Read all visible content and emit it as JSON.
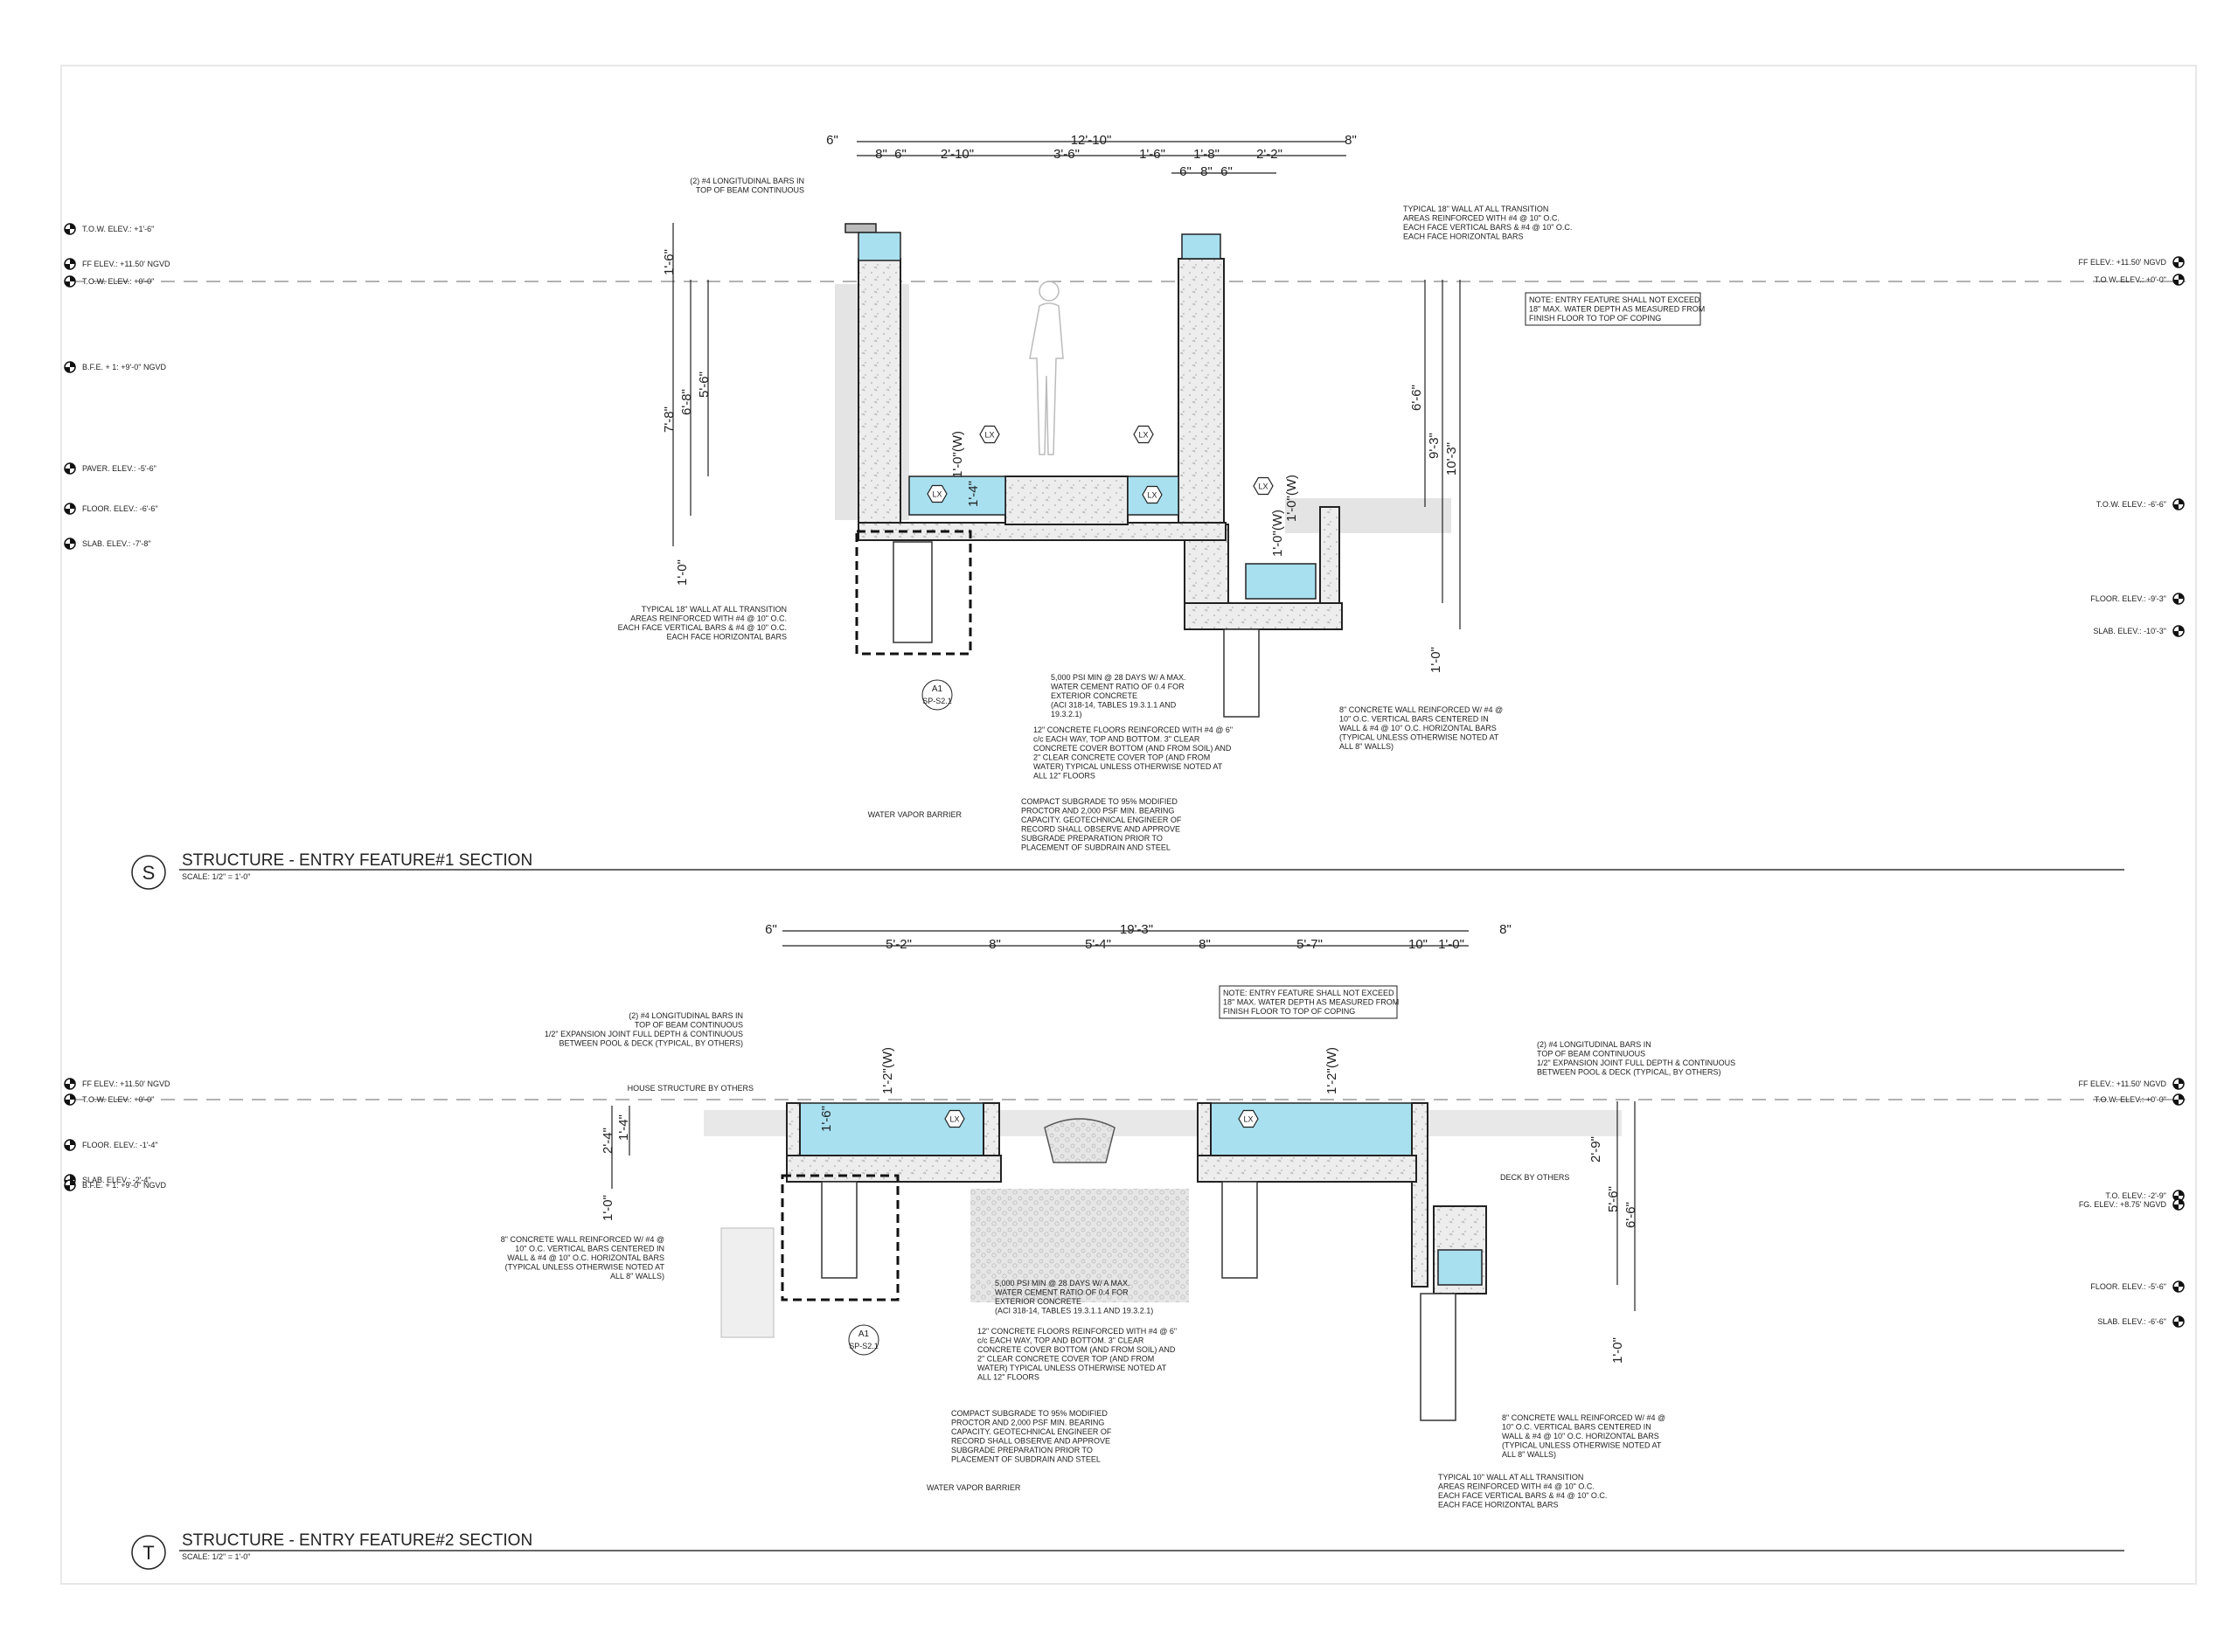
{
  "sections": [
    {
      "key": "S",
      "bubble": "S",
      "title": "STRUCTURE - ENTRY FEATURE#1 SECTION",
      "scale": "SCALE: 1/2\" = 1'-0\"",
      "detail_ref": {
        "number": "A1",
        "sheet": "SP-S2.1"
      },
      "elevations_left": [
        "T.O.W. ELEV.: +1'-6\"",
        "FF ELEV.: +11.50' NGVD",
        "T.O.W. ELEV.: +0'-0\"",
        "B.F.E. + 1: +9'-0\" NGVD",
        "PAVER. ELEV.: -5'-6\"",
        "FLOOR. ELEV.: -6'-6\"",
        "SLAB. ELEV.: -7'-8\""
      ],
      "elevations_right": [
        "FF ELEV.: +11.50' NGVD",
        "T.O.W. ELEV.: +0'-0\"",
        "T.O.W. ELEV.: -6'-6\"",
        "FLOOR. ELEV.: -9'-3\"",
        "SLAB. ELEV.: -10'-3\""
      ],
      "top_dims": [
        "6\"",
        "12'-10\"",
        "8\"",
        "8\"",
        "6\"",
        "2'-10\"",
        "3'-6\"",
        "1'-6\"",
        "1'-8\"",
        "2'-2\"",
        "6\"",
        "8\"",
        "6\""
      ],
      "vert_dims": [
        "1'-6\"",
        "7'-8\"",
        "6'-8\"",
        "5'-6\"",
        "1'-0\"",
        "1'-0\"(W)",
        "1'-4\"",
        "1'-0\"(W)",
        "1'-0\"(W)",
        "6'-6\"",
        "9'-3\"",
        "10'-3\"",
        "1'-0\""
      ],
      "fixtures": [
        "LX",
        "LX",
        "LX",
        "LX",
        "LX"
      ],
      "notes": [
        [
          "(2) #4 LONGITUDINAL BARS IN",
          "TOP OF BEAM CONTINUOUS"
        ],
        [
          "TYPICAL 18\" WALL AT ALL TRANSITION",
          "AREAS REINFORCED WITH #4 @ 10\" O.C.",
          "EACH FACE VERTICAL BARS & #4 @ 10\" O.C.",
          "EACH FACE HORIZONTAL BARS"
        ],
        [
          "NOTE: ENTRY FEATURE SHALL NOT EXCEED",
          "18\" MAX. WATER DEPTH AS MEASURED FROM",
          "FINISH FLOOR TO TOP OF COPING"
        ],
        [
          "TYPICAL 18\" WALL AT ALL TRANSITION",
          "AREAS REINFORCED WITH #4 @ 10\" O.C.",
          "EACH FACE VERTICAL BARS & #4 @ 10\" O.C.",
          "EACH FACE HORIZONTAL BARS"
        ],
        [
          "5,000 PSI MIN @ 28 DAYS W/ A MAX.",
          "WATER CEMENT RATIO OF 0.4 FOR",
          "EXTERIOR CONCRETE",
          "(ACI 318-14, TABLES 19.3.1.1 AND",
          "19.3.2.1)"
        ],
        [
          "12\" CONCRETE FLOORS REINFORCED WITH #4 @ 6\"",
          "c/c EACH WAY, TOP AND BOTTOM. 3\" CLEAR",
          "CONCRETE COVER BOTTOM (AND FROM SOIL) AND",
          "2\" CLEAR CONCRETE COVER TOP (AND FROM",
          "WATER) TYPICAL UNLESS OTHERWISE NOTED AT",
          "ALL 12\" FLOORS"
        ],
        [
          "COMPACT SUBGRADE TO 95% MODIFIED",
          "PROCTOR AND 2,000 PSF MIN. BEARING",
          "CAPACITY. GEOTECHNICAL ENGINEER OF",
          "RECORD SHALL OBSERVE AND APPROVE",
          "SUBGRADE PREPARATION PRIOR TO",
          "PLACEMENT OF SUBDRAIN AND STEEL"
        ],
        [
          "WATER VAPOR BARRIER"
        ],
        [
          "8\" CONCRETE WALL REINFORCED W/ #4 @",
          "10\" O.C. VERTICAL BARS CENTERED IN",
          "WALL & #4 @ 10\" O.C. HORIZONTAL BARS",
          "(TYPICAL UNLESS OTHERWISE NOTED AT",
          "ALL 8\" WALLS)"
        ]
      ]
    },
    {
      "key": "T",
      "bubble": "T",
      "title": "STRUCTURE - ENTRY FEATURE#2 SECTION",
      "scale": "SCALE: 1/2\" = 1'-0\"",
      "detail_ref": {
        "number": "A1",
        "sheet": "SP-S2.1"
      },
      "elevations_left": [
        "FF ELEV.: +11.50' NGVD",
        "T.O.W. ELEV.: +0'-0\"",
        "FLOOR. ELEV.: -1'-4\"",
        "SLAB. ELEV.: -2'-4\"",
        "B.F.E. + 1: +9'-0\" NGVD"
      ],
      "elevations_right": [
        "FF ELEV.: +11.50' NGVD",
        "T.O.W. ELEV.: +0'-0\"",
        "T.O. ELEV.: -2'-9\"",
        "FG. ELEV.: +8.75' NGVD",
        "FLOOR. ELEV.: -5'-6\"",
        "SLAB. ELEV.: -6'-6\""
      ],
      "top_dims": [
        "6\"",
        "19'-3\"",
        "8\"",
        "5'-2\"",
        "8\"",
        "5'-4\"",
        "8\"",
        "5'-7\"",
        "10\"",
        "1'-0\""
      ],
      "vert_dims": [
        "2'-4\"",
        "1'-4\"",
        "1'-0\"",
        "1'-6\"",
        "1'-2\"(W)",
        "1'-2\"(W)",
        "2'-9\"",
        "5'-6\"",
        "6'-6\"",
        "1'-0\""
      ],
      "fixtures": [
        "LX",
        "LX"
      ],
      "notes": [
        [
          "(2) #4 LONGITUDINAL BARS IN",
          "TOP OF BEAM CONTINUOUS",
          "1/2\" EXPANSION JOINT FULL DEPTH & CONTINUOUS",
          "BETWEEN POOL & DECK (TYPICAL, BY OTHERS)"
        ],
        [
          "NOTE: ENTRY FEATURE SHALL NOT EXCEED",
          "18\" MAX. WATER DEPTH AS MEASURED FROM",
          "FINISH FLOOR TO TOP OF COPING"
        ],
        [
          "(2) #4 LONGITUDINAL BARS IN",
          "TOP OF BEAM CONTINUOUS",
          "1/2\" EXPANSION JOINT FULL DEPTH & CONTINUOUS",
          "BETWEEN POOL & DECK (TYPICAL, BY OTHERS)"
        ],
        [
          "HOUSE STRUCTURE BY OTHERS"
        ],
        [
          "DECK BY OTHERS"
        ],
        [
          "8\" CONCRETE WALL REINFORCED W/ #4 @",
          "10\" O.C. VERTICAL BARS CENTERED IN",
          "WALL & #4 @ 10\" O.C. HORIZONTAL BARS",
          "(TYPICAL UNLESS OTHERWISE NOTED AT",
          "ALL 8\" WALLS)"
        ],
        [
          "5,000 PSI MIN @ 28 DAYS W/ A MAX.",
          "WATER CEMENT RATIO OF 0.4 FOR",
          "EXTERIOR CONCRETE",
          "(ACI 318-14, TABLES 19.3.1.1 AND 19.3.2.1)"
        ],
        [
          "12\" CONCRETE FLOORS REINFORCED WITH #4 @ 6\"",
          "c/c EACH WAY, TOP AND BOTTOM. 3\" CLEAR",
          "CONCRETE COVER BOTTOM (AND FROM SOIL) AND",
          "2\" CLEAR CONCRETE COVER TOP (AND FROM",
          "WATER) TYPICAL UNLESS OTHERWISE NOTED AT",
          "ALL 12\" FLOORS"
        ],
        [
          "COMPACT SUBGRADE TO 95% MODIFIED",
          "PROCTOR AND 2,000 PSF MIN. BEARING",
          "CAPACITY. GEOTECHNICAL ENGINEER OF",
          "RECORD SHALL OBSERVE AND APPROVE",
          "SUBGRADE PREPARATION PRIOR TO",
          "PLACEMENT OF SUBDRAIN AND STEEL"
        ],
        [
          "WATER VAPOR BARRIER"
        ],
        [
          "8\" CONCRETE WALL REINFORCED W/ #4 @",
          "10\" O.C. VERTICAL BARS CENTERED IN",
          "WALL & #4 @ 10\" O.C. HORIZONTAL BARS",
          "(TYPICAL UNLESS OTHERWISE NOTED AT",
          "ALL 8\" WALLS)"
        ],
        [
          "TYPICAL 10\" WALL AT ALL TRANSITION",
          "AREAS REINFORCED WITH #4 @ 10\" O.C.",
          "EACH FACE VERTICAL BARS & #4 @ 10\" O.C.",
          "EACH FACE HORIZONTAL BARS"
        ]
      ]
    }
  ],
  "colors": {
    "water": "#a8e0f0",
    "concrete": "#e9e9e9",
    "soil": "#dcdcdc",
    "line": "#222222",
    "ref_box": "#333333"
  }
}
